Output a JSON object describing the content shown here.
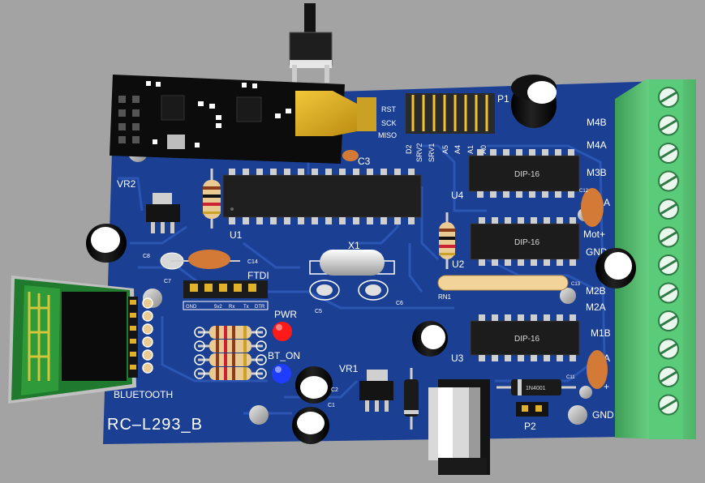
{
  "board": {
    "name": "RC–L293_B",
    "colors": {
      "pcb": "#1b3f93",
      "trace": "#2c56b4",
      "terminal": "#58c776",
      "background": "#a3a3a3",
      "silkscreen": "#ffffff"
    }
  },
  "labels": {
    "p1": "P1",
    "c3": "C3",
    "vr2": "VR2",
    "u1": "U1",
    "u2": "U2",
    "u3": "U3",
    "u4": "U4",
    "x1": "X1",
    "ftdi": "FTDI",
    "pwr": "PWR",
    "bt_on": "BT_ON",
    "vr1": "VR1",
    "bluetooth": "BLUETOOTH",
    "p2": "P2",
    "c1": "C1",
    "c2": "C2",
    "c5": "C5",
    "c6": "C6",
    "c7": "C7",
    "c8": "C8",
    "c11": "C11",
    "c12": "C12",
    "c13": "C13",
    "c14": "C14",
    "rn1": "RN1",
    "dip16": "DIP-16",
    "diode": "1N4001",
    "m4b": "M4B",
    "m4a": "M4A",
    "m3b": "M3B",
    "m3a": "A",
    "mot_plus": "Mot+",
    "gnd_mid": "GND",
    "m2b": "M2B",
    "m2a": "M2A",
    "m1b": "M1B",
    "m1a": "A",
    "plus": "+",
    "gnd_bottom": "GND"
  },
  "header_pins": [
    "D2",
    "SRV2",
    "SRV1",
    "A5",
    "A4",
    "A1",
    "A0"
  ],
  "spi_pins": [
    "RST",
    "SCK",
    "MISO"
  ],
  "ftdi_pins": [
    "GND",
    "5v2",
    "Rx",
    "Tx",
    "DTR"
  ]
}
